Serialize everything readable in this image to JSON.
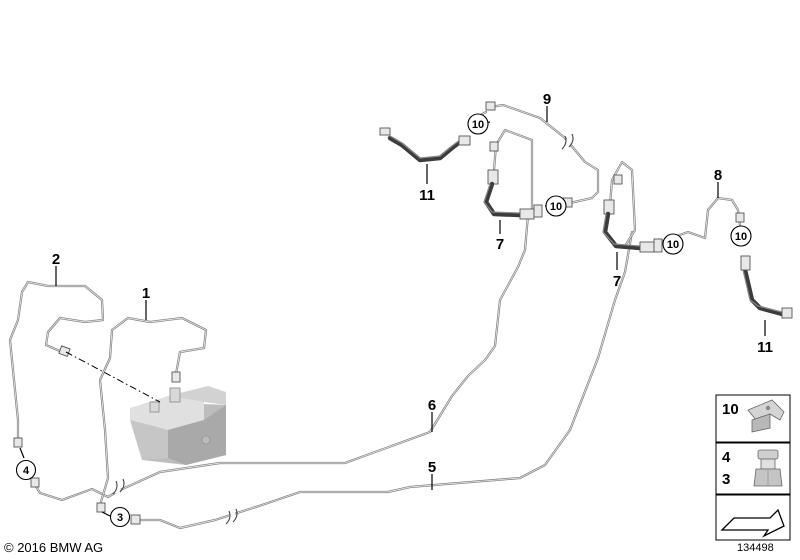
{
  "copyright": "© 2016 BMW AG",
  "image_number": "134498",
  "callouts": [
    "1",
    "2",
    "5",
    "6",
    "7",
    "7",
    "8",
    "9",
    "11",
    "11"
  ],
  "circled_callouts": [
    "3",
    "4",
    "10",
    "10",
    "10",
    "10"
  ],
  "legend": {
    "clip_label": "10",
    "nut_label_top": "4",
    "nut_label_bottom": "3"
  },
  "colors": {
    "pipe": "#7a7a7a",
    "hose": "#3c3c3c",
    "block": "#cfcfcf"
  }
}
